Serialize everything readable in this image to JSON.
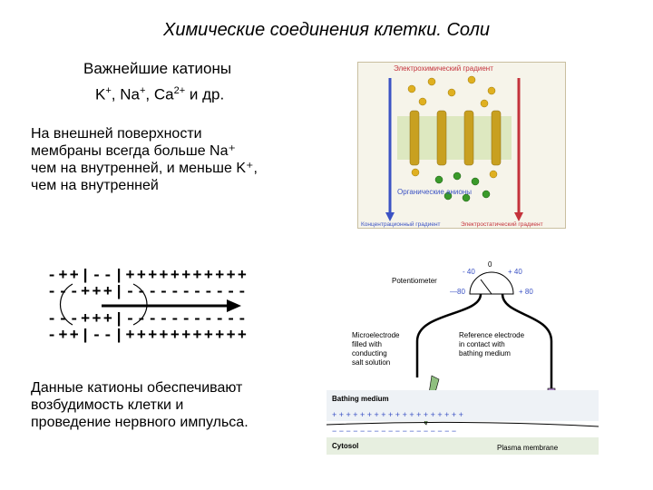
{
  "title": "Химические соединения клетки. Соли",
  "cations": {
    "heading": "Важнейшие катионы",
    "k": "K",
    "na": "Na",
    "ca": "Ca",
    "ca_charge": "2+",
    "plus": "+",
    "rest": "и др."
  },
  "paragraph1": "На внешней поверхности мембраны всегда больше Na⁺ чем на внутренней, и меньше K⁺, чем на внутренней",
  "paragraph2": "Данные катионы обеспечивают возбудимость клетки и проведение нервного импульса.",
  "membrane_diagram": {
    "row1": "-++|--|+++++++++++",
    "row2": "---+++|-----------",
    "row3": "---+++|-----------",
    "row4": "-++|--|+++++++++++"
  },
  "figure_top": {
    "top_label": "Электрохимический градиент",
    "anion_label": "Органические анионы",
    "bottom_left": "Концентрационный градиент",
    "bottom_right": "Электростатический градиент"
  },
  "figure_bottom": {
    "potentiometer": "Potentiometer",
    "scale_0": "0",
    "scale_m40": "- 40",
    "scale_p40": "+ 40",
    "scale_m80": "—80",
    "scale_p80": "+ 80",
    "microelectrode": [
      "Microelectrode",
      "filled with",
      "conducting",
      "salt solution"
    ],
    "reference": [
      "Reference electrode",
      "in contact with",
      "bathing medium"
    ],
    "bathing": "Bathing medium",
    "cytosol": "Cytosol",
    "plasma": "Plasma membrane"
  },
  "colors": {
    "arrow_left": "#3b52c4",
    "arrow_right": "#c4323b",
    "membrane_band": "#dde8c0",
    "ion_yellow": "#e0b020",
    "ion_green": "#3a9a2a",
    "figure_border": "#c9bfa0"
  }
}
